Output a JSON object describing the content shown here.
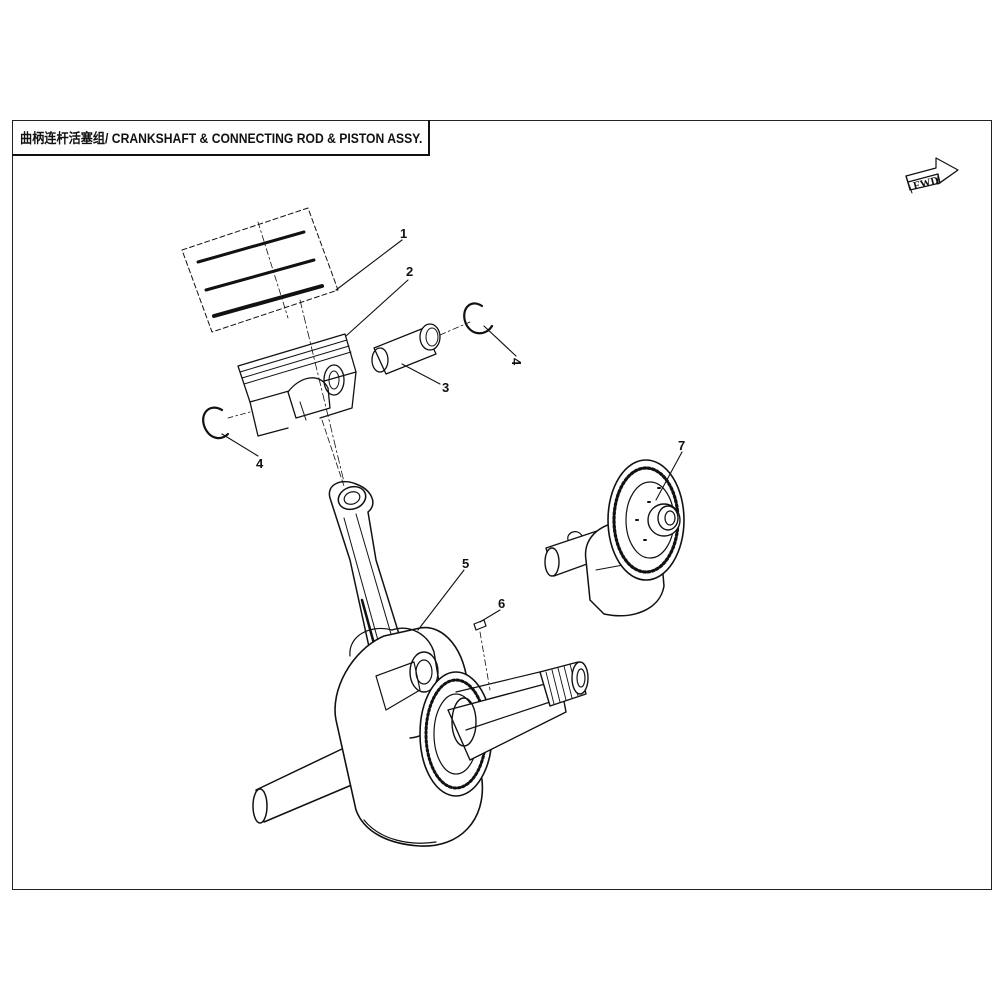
{
  "title": "曲柄连杆活塞组/ CRANKSHAFT & CONNECTING ROD & PISTON ASSY.",
  "direction_badge": "FWD",
  "callouts": {
    "piston_rings": "1",
    "piston": "2",
    "piston_pin": "3",
    "circlip_right": "4",
    "circlip_left": "4",
    "crankshaft": "5",
    "key": "6",
    "balancer_shaft": "7"
  },
  "colors": {
    "line": "#111111",
    "background": "#ffffff"
  }
}
